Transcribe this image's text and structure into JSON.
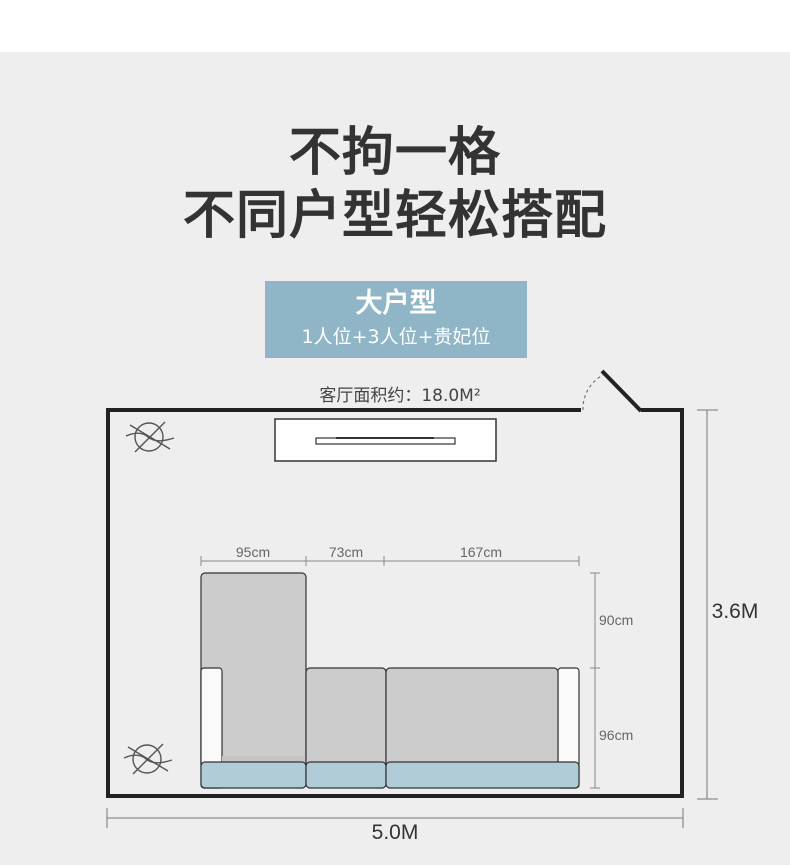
{
  "title": {
    "line1": "不拘一格",
    "line2": "不同户型轻松搭配"
  },
  "badge": {
    "title": "大户型",
    "subtitle": "1人位+3人位+贵妃位"
  },
  "floorplan": {
    "area_label": "客厅面积约：18.0M²",
    "width_label": "5.0M",
    "height_label": "3.6M",
    "dimensions": {
      "seg1": "95cm",
      "seg2": "73cm",
      "seg3": "167cm",
      "depth_back": "90cm",
      "depth_seat": "96cm"
    }
  },
  "colors": {
    "panel_bg": "#eeeeee",
    "badge_bg": "#8fb5c6",
    "sofa_body": "#cccccc",
    "sofa_cushion": "#b0ccd6",
    "title_text": "#333333"
  }
}
